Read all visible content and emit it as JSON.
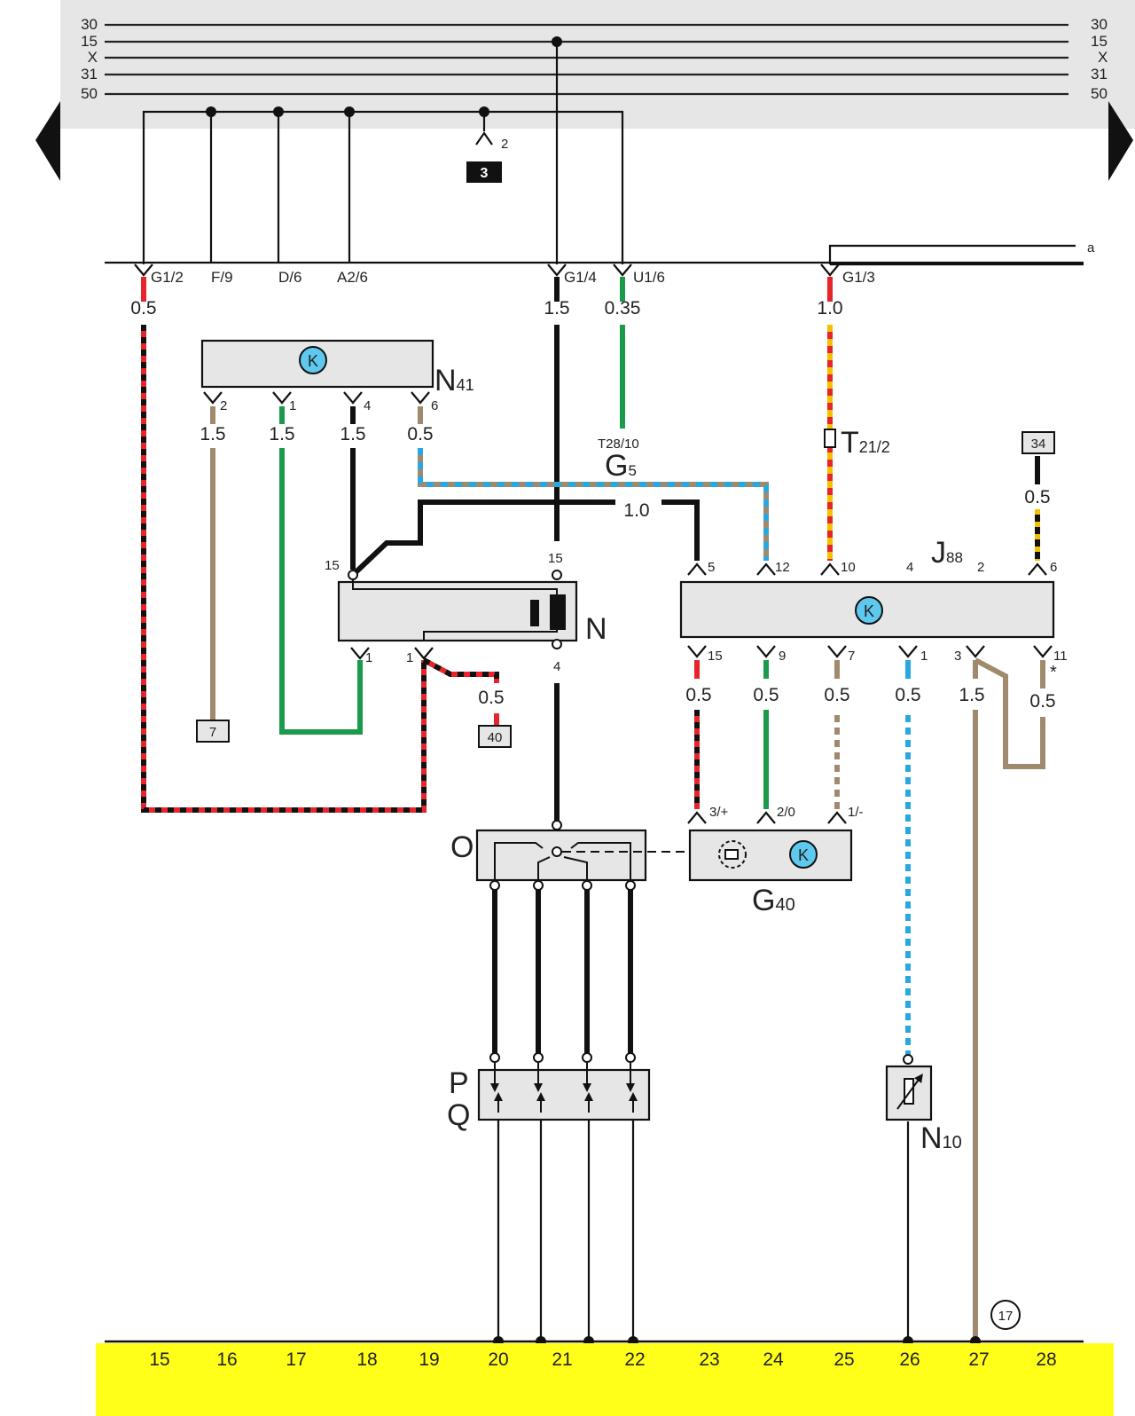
{
  "bus_lines": [
    "30",
    "15",
    "X",
    "31",
    "50"
  ],
  "fuse_number": "3",
  "fuse_pin": "2",
  "ref_a": "a",
  "connectors": {
    "g1_2": "G1/2",
    "f_9": "F/9",
    "d_6": "D/6",
    "a2_6": "A2/6",
    "g1_4": "G1/4",
    "u1_6": "U1/6",
    "g1_3": "G1/3"
  },
  "gauges": {
    "g1_2": "0.5",
    "g1_4": "1.5",
    "u1_6": "0.35",
    "g1_3": "1.0",
    "n41_2": "1.5",
    "n41_1": "1.5",
    "n41_4": "1.5",
    "n41_6": "0.5",
    "ground_34": "0.5",
    "j88_feed": "1.0",
    "n_1_40": "0.5",
    "j88_15": "0.5",
    "j88_9": "0.5",
    "j88_7": "0.5",
    "j88_1": "0.5",
    "j88_3": "1.5",
    "j88_11": "0.5"
  },
  "components": {
    "n41": "N",
    "n41_sub": "41",
    "t21": "T",
    "t21_sub": "21/2",
    "t28": "T28/10",
    "g5": "G",
    "g5_sub": "5",
    "j88": "J",
    "j88_sub": "88",
    "n": "N",
    "o": "O",
    "g40": "G",
    "g40_sub": "40",
    "p": "P",
    "q": "Q",
    "n10": "N",
    "n10_sub": "10",
    "k_symbol": "K"
  },
  "pins": {
    "n41": [
      "2",
      "1",
      "4",
      "6"
    ],
    "n_top": "15",
    "n_top_right": "15",
    "n_bottom_left": "1",
    "n_bottom_mid": "1",
    "n_bottom_right": "4",
    "j88_top": [
      "5",
      "12",
      "10",
      "4",
      "2",
      "6"
    ],
    "j88_bottom": [
      "15",
      "9",
      "7",
      "1",
      "3",
      "11"
    ],
    "g40": [
      "3/+",
      "2/0",
      "1/-"
    ],
    "star": "*"
  },
  "refs": {
    "r7": "7",
    "r40": "40",
    "r34": "34",
    "circle17": "17"
  },
  "columns": [
    "15",
    "16",
    "17",
    "18",
    "19",
    "20",
    "21",
    "22",
    "23",
    "24",
    "25",
    "26",
    "27",
    "28"
  ],
  "colors": {
    "header_bg": "#e6e6e6",
    "footer_bg": "#ffff1a",
    "red": "#e8242b",
    "black": "#111111",
    "green": "#1a9a4a",
    "brown": "#a08a6e",
    "blue": "#29a8e0",
    "yellow": "#f2c200",
    "white": "#ffffff",
    "component_bg": "#e6e6e6",
    "k_circle": "#5ec8ee"
  }
}
